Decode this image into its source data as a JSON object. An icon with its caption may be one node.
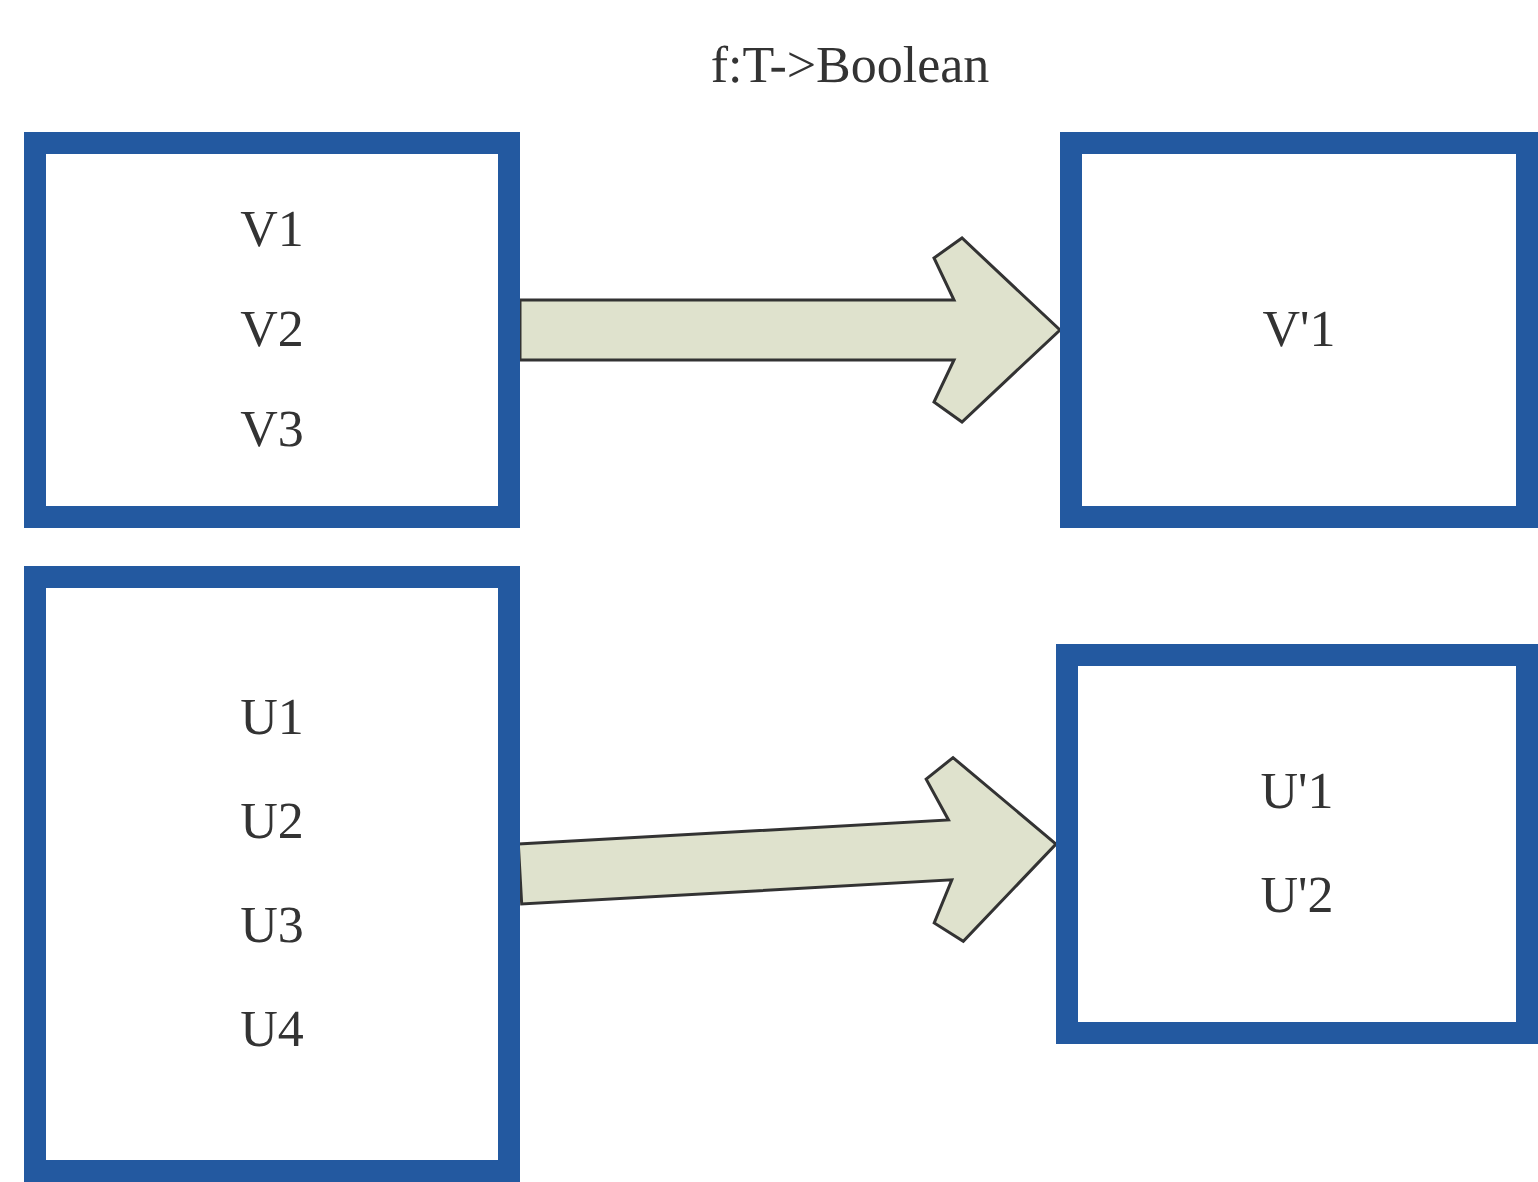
{
  "diagram": {
    "title": "f:T->Boolean",
    "nodes": [
      {
        "text": [
          "V1",
          "V2",
          "V3"
        ]
      },
      {
        "text": [
          "V'1"
        ]
      },
      {
        "text": [
          "U1",
          "U2",
          "U3",
          "U4"
        ]
      },
      {
        "text": [
          "U'1",
          "U'2"
        ]
      }
    ],
    "edges": [
      {
        "from": 0,
        "to": 1,
        "arrow": "to"
      },
      {
        "from": 2,
        "to": 3,
        "arrow": "to"
      }
    ]
  }
}
